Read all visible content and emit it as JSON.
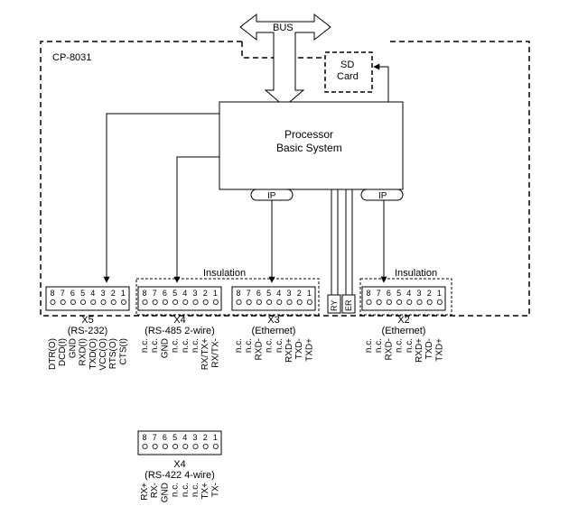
{
  "bus_label": "BUS",
  "device_label": "CP-8031",
  "sd_card": [
    "SD",
    "Card"
  ],
  "processor": [
    "Processor",
    "Basic System"
  ],
  "ip_label": "IP",
  "insulation_label": "Insulation",
  "ry_label": "RY",
  "er_label": "ER",
  "pin_numbers": [
    "8",
    "7",
    "6",
    "5",
    "4",
    "3",
    "2",
    "1"
  ],
  "x5": {
    "name": "X5",
    "type": "(RS-232)",
    "signals": [
      "DTR(O)",
      "DCD(I)",
      "GND",
      "RXD(I)",
      "TXD(O)",
      "VCC(O)",
      "RTS(O)",
      "CTS(I)"
    ]
  },
  "x4a": {
    "name": "X4",
    "type": "(RS-485 2-wire)",
    "signals": [
      "n.c.",
      "n.c.",
      "GND",
      "n.c.",
      "n.c.",
      "n.c.",
      "RX/TX+",
      "RX/TX-"
    ]
  },
  "x3": {
    "name": "X3",
    "type": "(Ethernet)",
    "signals": [
      "n.c.",
      "n.c.",
      "RXD-",
      "n.c.",
      "n.c.",
      "RXD+",
      "TXD-",
      "TXD+"
    ]
  },
  "x2": {
    "name": "X2",
    "type": "(Ethernet)",
    "signals": [
      "n.c.",
      "n.c.",
      "RXD-",
      "n.c.",
      "n.c.",
      "RXD+",
      "TXD-",
      "TXD+"
    ]
  },
  "x4b": {
    "name": "X4",
    "type": "(RS-422 4-wire)",
    "signals": [
      "RX+",
      "RX-",
      "GND",
      "n.c.",
      "n.c.",
      "n.c.",
      "TX+",
      "TX-"
    ]
  }
}
